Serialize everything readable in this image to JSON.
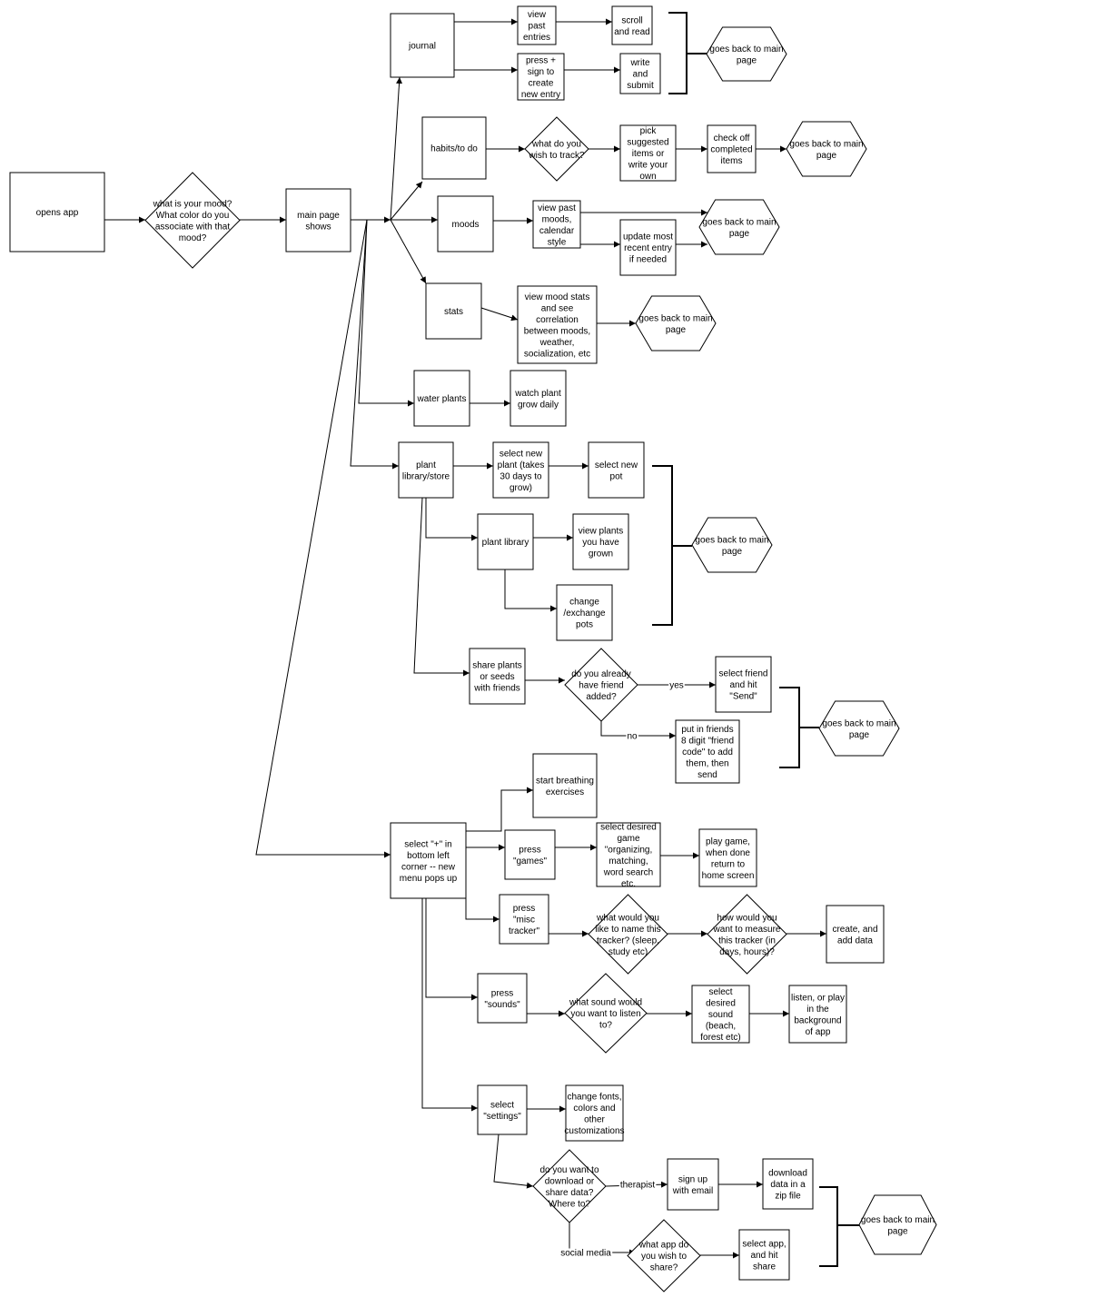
{
  "nodes": {
    "opens_app": "opens app",
    "mood_question": "what is your mood?\nWhat color do you\nassociate with that\nmood?",
    "main_page": "main page\nshows",
    "journal": "journal",
    "view_past_entries": "view\npast\nentries",
    "scroll_read": "scroll\nand read",
    "press_plus_sign": "press +\nsign to\ncreate\nnew entry",
    "write_submit": "write\nand\nsubmit",
    "back_main_1": "goes back to main\npage",
    "habits": "habits/to do",
    "what_track": "what do you\nwish to track?",
    "pick_items": "pick\nsuggested\nitems or\nwrite your\nown",
    "check_off": "check off\ncompleted\nitems",
    "back_main_2": "goes back to main\npage",
    "moods": "moods",
    "view_past_moods": "view past\nmoods,\ncalendar\nstyle",
    "update_entry": "update most\nrecent entry\nif needed",
    "back_main_3": "goes back to main\npage",
    "stats": "stats",
    "view_mood_stats": "view mood stats\nand see\ncorrelation\nbetween moods,\nweather,\nsocialization, etc",
    "back_main_4": "goes back to main\npage",
    "water_plants": "water plants",
    "watch_plant": "watch plant\ngrow daily",
    "plant_library_store": "plant\nlibrary/store",
    "select_new_plant": "select new\nplant (takes\n30 days to\ngrow)",
    "select_new_pot": "select new\npot",
    "plant_library": "plant library",
    "view_plants_grown": "view plants\nyou have\ngrown",
    "change_pots": "change\n/exchange\npots",
    "back_main_5": "goes back to main\npage",
    "share_plants": "share plants\nor seeds\nwith friends",
    "friend_added": "do you already\nhave friend\nadded?",
    "select_friend": "select friend\nand hit\n\"Send\"",
    "put_friend_code": "put in friends\n8 digit \"friend\ncode\" to add\nthem, then\nsend",
    "back_main_6": "goes back to main\npage",
    "select_plus_menu": "select \"+\" in\nbottom left\ncorner -- new\nmenu pops up",
    "start_breathing": "start breathing\nexercises",
    "press_games": "press\n\"games\"",
    "select_game": "select desired\ngame\n\"organizing,\nmatching,\nword search\netc.",
    "play_game": "play game,\nwhen done\nreturn to\nhome screen",
    "press_misc": "press\n\"misc\ntracker\"",
    "name_tracker": "what would you\nlike to name this\ntracker? (sleep,\nstudy etc)",
    "measure_tracker": "how would you\nwant to measure\nthis tracker (in\ndays, hours)?",
    "create_data": "create, and\nadd data",
    "press_sounds": "press\n\"sounds\"",
    "what_sound": "what sound would\nyou want to listen\nto?",
    "select_sound": "select\ndesired\nsound\n(beach,\nforest etc)",
    "listen_play": "listen, or play\nin the\nbackground\nof app",
    "select_settings": "select\n\"settings\"",
    "change_fonts": "change fonts,\ncolors and\nother\ncustomizations",
    "download_share": "do you want to\ndownload or\nshare data?\nWhere to?",
    "sign_up_email": "sign up\nwith email",
    "download_zip": "download\ndata in a\nzip file",
    "what_app": "what app do\nyou wish to\nshare?",
    "select_app": "select app,\nand hit\nshare",
    "back_main_7": "goes back to main\npage"
  },
  "edge_labels": {
    "yes": "yes",
    "no": "no",
    "therapist": "therapist",
    "social_media": "social media"
  }
}
